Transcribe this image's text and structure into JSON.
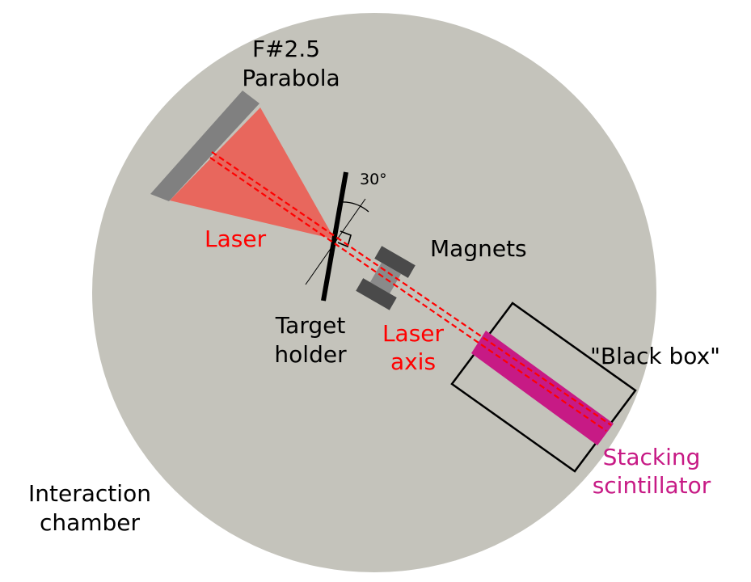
{
  "labels": {
    "parabola_line1": "F#2.5",
    "parabola_line2": "Parabola",
    "laser": "Laser",
    "angle": "30°",
    "magnets": "Magnets",
    "target_line1": "Target",
    "target_line2": "holder",
    "laser_axis_line1": "Laser",
    "laser_axis_line2": "axis",
    "black_box": "\"Black box\"",
    "scint_line1": "Stacking",
    "scint_line2": "scintillator",
    "chamber_line1": "Interaction",
    "chamber_line2": "chamber"
  },
  "colors": {
    "chamber": "#c4c3bb",
    "parabola": "#808080",
    "laser_cone": "#e8675d",
    "laser_axis": "#ff0000",
    "laser_text": "#ff0000",
    "magnet_dark": "#4a4a4a",
    "magnet_light": "#8a8a8a",
    "scintillator": "#c71a85",
    "scint_text": "#c71a85",
    "black": "#000000"
  }
}
